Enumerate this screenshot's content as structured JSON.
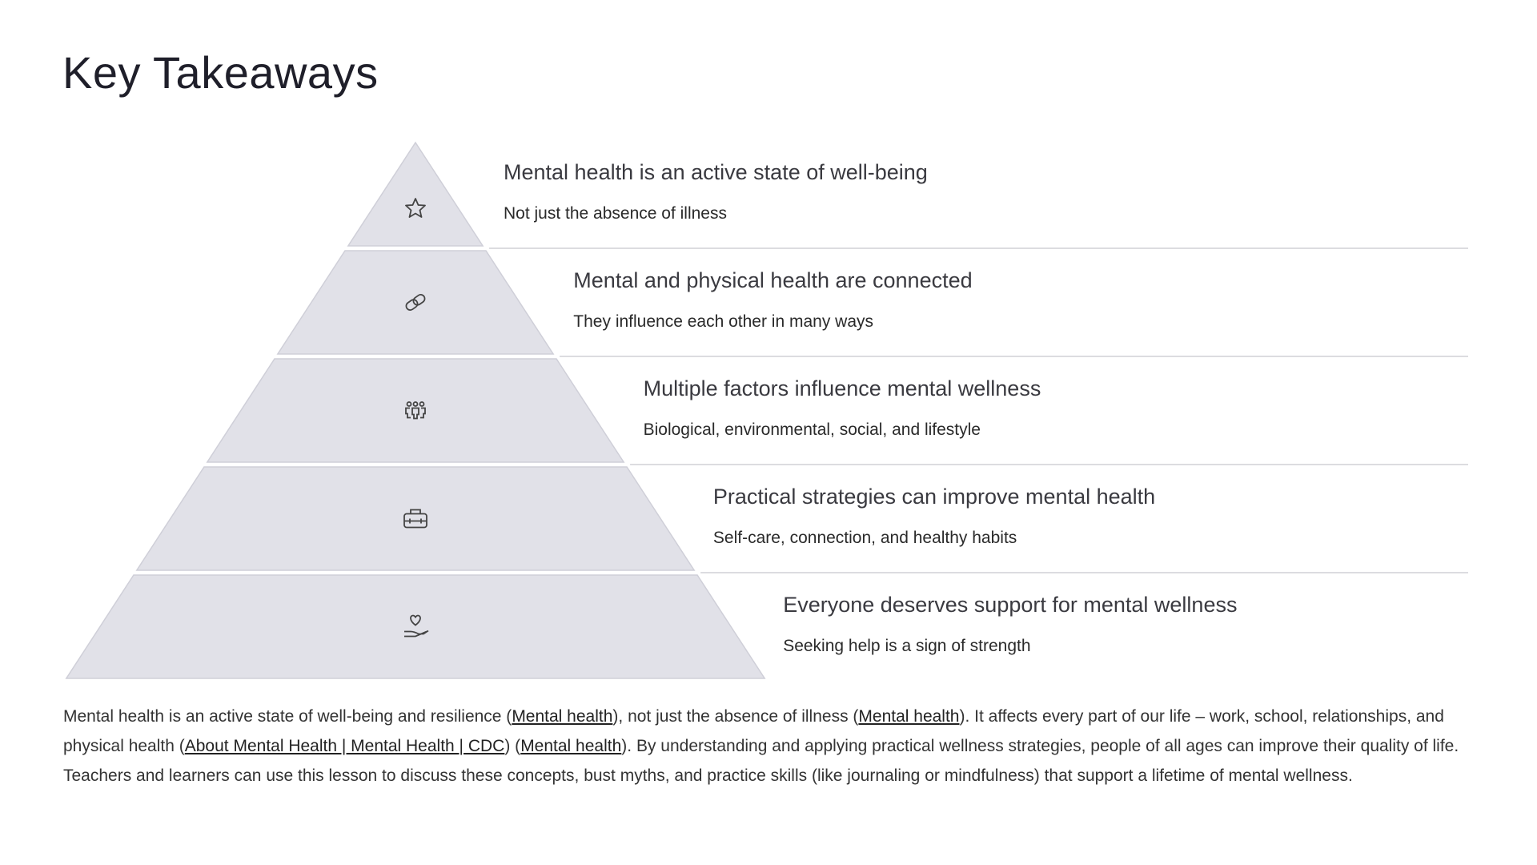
{
  "title": "Key Takeaways",
  "tiers": [
    {
      "icon": "star-icon",
      "heading": "Mental health is an active state of well-being",
      "subtext": "Not just the absence of illness"
    },
    {
      "icon": "link-icon",
      "heading": "Mental and physical health are connected",
      "subtext": "They influence each other in many ways"
    },
    {
      "icon": "people-icon",
      "heading": "Multiple factors influence mental wellness",
      "subtext": "Biological, environmental, social, and lifestyle"
    },
    {
      "icon": "toolbox-icon",
      "heading": "Practical strategies can improve mental health",
      "subtext": "Self-care, connection, and healthy habits"
    },
    {
      "icon": "heart-hand-icon",
      "heading": "Everyone deserves support for mental wellness",
      "subtext": "Seeking help is a sign of strength"
    }
  ],
  "colors": {
    "tier_fill": "#e1e1e8",
    "tier_stroke": "#cfcfd8",
    "divider": "#d0d0d6",
    "icon": "#444444"
  },
  "paragraph": {
    "t1": "Mental health is an active state of well-being and resilience (",
    "l1": "Mental health",
    "t2": "), not just the absence of illness (",
    "l2": "Mental health",
    "t3": "). It affects every part of our life – work, school, relationships, and physical health (",
    "l3": "About Mental Health | Mental Health | CDC",
    "t4": ") (",
    "l4": "Mental health",
    "t5": "). By understanding and applying practical wellness strategies, people of all ages can improve their quality of life. Teachers and learners can use this lesson to discuss these concepts, bust myths, and practice skills (like journaling or mindfulness) that support a lifetime of mental wellness."
  }
}
